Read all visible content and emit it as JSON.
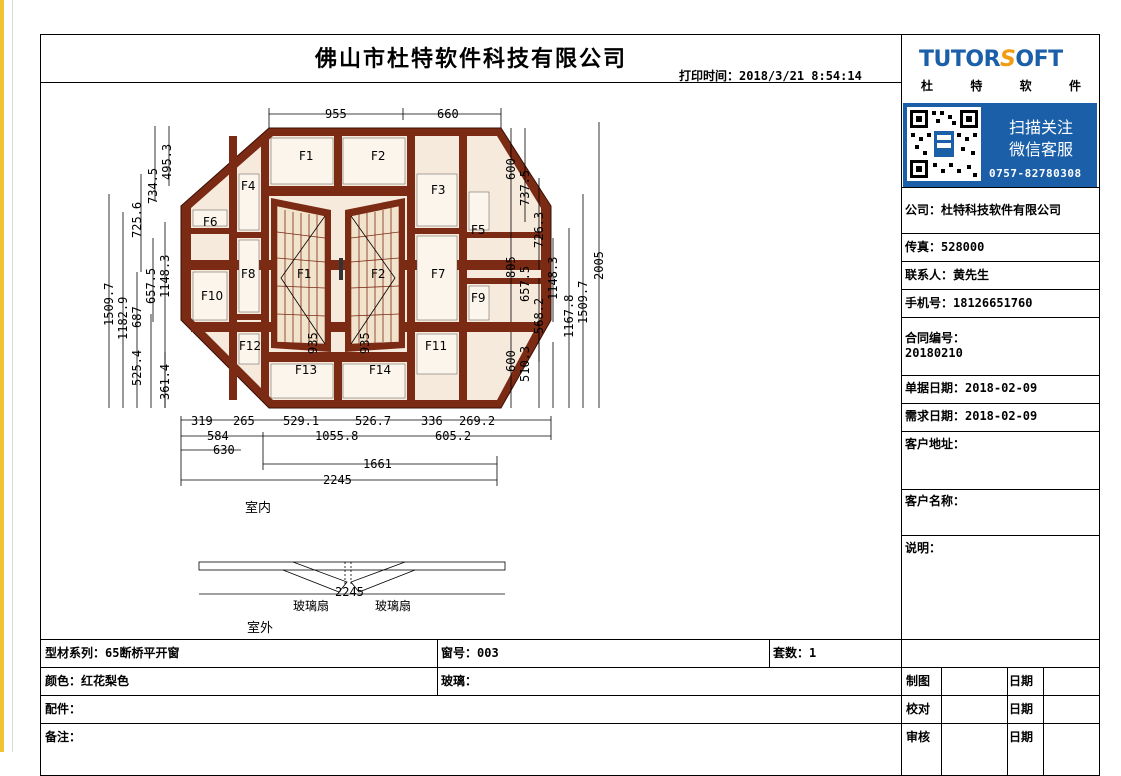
{
  "header": {
    "title": "佛山市杜特软件科技有限公司",
    "print_label": "打印时间：",
    "print_time": "2018/3/21 8:54:14"
  },
  "logo": {
    "brand": "TUTORSOFT",
    "brand_a": "TUTOR",
    "brand_b": "OFT",
    "brand_s": "S",
    "sub": [
      "杜",
      "特",
      "软",
      "件"
    ],
    "brand_color": "#1a5fa8",
    "accent_color": "#f39c12"
  },
  "qr": {
    "line1": "扫描关注",
    "line2": "微信客服",
    "phone": "0757-82780308",
    "bg_color": "#1a5fa8"
  },
  "info": {
    "company": "公司：杜特科技软件有限公司",
    "fax": "传真：528000",
    "contact": "联系人：黄先生",
    "mobile": "手机号：18126651760",
    "contract_label": "合同编号：",
    "contract_no": "20180210",
    "order_date": "单据日期：2018-02-09",
    "need_date": "需求日期：2018-02-09",
    "address": "客户地址：",
    "customer": "客户名称：",
    "remark": "说明："
  },
  "drawing": {
    "frame_color": "#7b2a14",
    "panels": [
      "F1",
      "F2",
      "F3",
      "F4",
      "F5",
      "F6",
      "F7",
      "F8",
      "F9",
      "F10",
      "F11",
      "F12",
      "F13",
      "F14"
    ],
    "dims_top": [
      "955",
      "660"
    ],
    "dims_left_outer": [
      "1509.7",
      "1182.9",
      "687",
      "525.4",
      "361.4"
    ],
    "dims_left_inner": [
      "725.6",
      "657.5",
      "734.5",
      "1148.3",
      "495.3"
    ],
    "dims_right": [
      "600",
      "805",
      "600",
      "737.5",
      "726.3",
      "657.5",
      "568.2",
      "510.3",
      "1148.3",
      "1167.8",
      "1509.7",
      "2005"
    ],
    "dims_bottom_1": [
      "319",
      "265",
      "529.1",
      "526.7",
      "336",
      "269.2"
    ],
    "dims_bottom_2": [
      "584",
      "1055.8",
      "605.2"
    ],
    "dims_bottom_3": [
      "630"
    ],
    "dims_bottom_4": [
      "1661"
    ],
    "dims_bottom_5": [
      "2245"
    ],
    "sash_height": "935",
    "indoor": "室内",
    "outdoor": "室外",
    "plan_width": "2245",
    "glass_sash_left": "玻璃扇",
    "glass_sash_right": "玻璃扇"
  },
  "footer": {
    "series": "型材系列：65断桥平开窗",
    "window_no": "窗号：003",
    "sets": "套数：1",
    "color": "颜色：红花梨色",
    "glass": "玻璃：",
    "parts": "配件：",
    "note": "备注：",
    "draw": "制图",
    "check": "校对",
    "review": "审核",
    "date": "日期"
  }
}
